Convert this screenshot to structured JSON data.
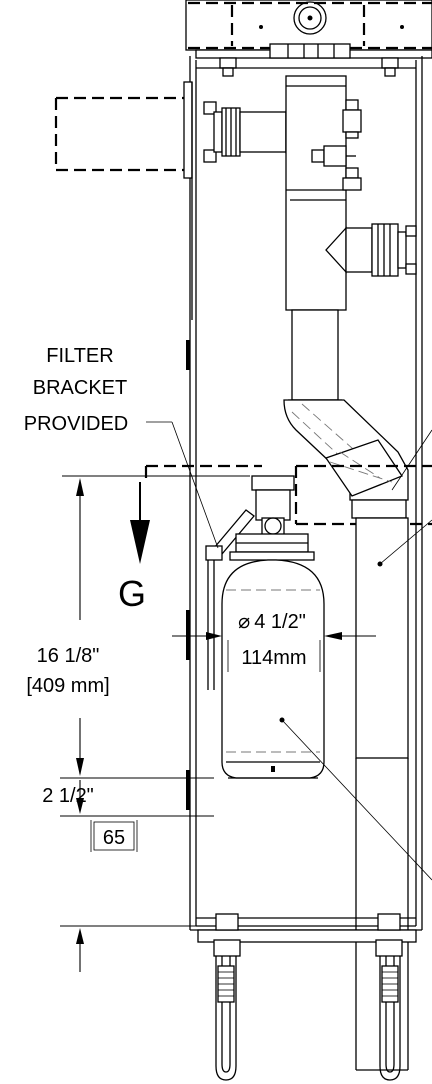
{
  "labels": {
    "filter_bracket": [
      "FILTER",
      "BRACKET",
      "PROVIDED"
    ],
    "view_letter": "G",
    "diameter_imperial": "4 1/2\"",
    "diameter_metric": "114mm",
    "height_imperial": "16 1/8\"",
    "height_metric": "[409 mm]",
    "clearance_imperial": "2 1/2\"",
    "clearance_metric": "65"
  },
  "symbols": {
    "diameter": "⌀"
  },
  "colors": {
    "line": "#000000",
    "hidden_line": "#777777",
    "background": "#ffffff"
  }
}
